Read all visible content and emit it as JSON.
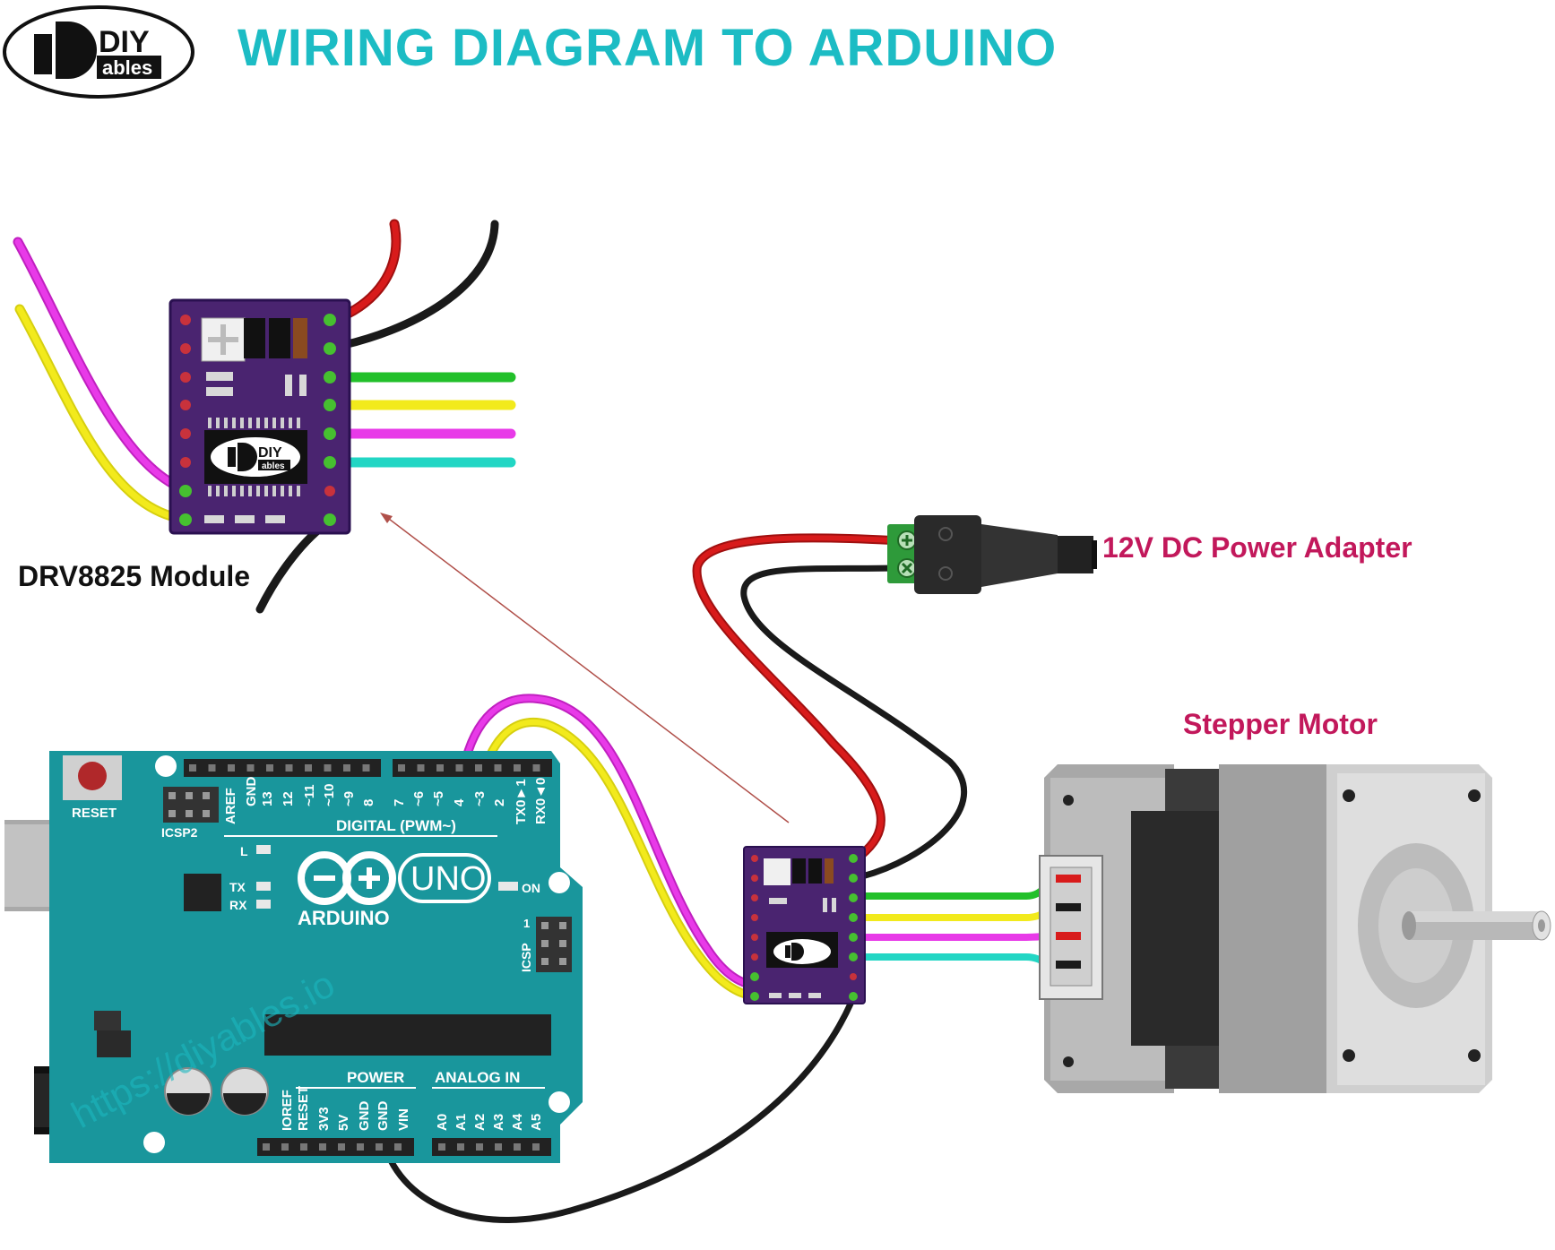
{
  "header": {
    "title": "WIRING DIAGRAM TO ARDUINO"
  },
  "logo": {
    "line1": "DIY",
    "line2": "ables"
  },
  "labels": {
    "drv_module": "DRV8825 Module",
    "power_adapter": "12V DC Power Adapter",
    "stepper_motor": "Stepper Motor"
  },
  "arduino": {
    "reset": "RESET",
    "icsp2": "ICSP2",
    "digital": "DIGITAL (PWM~)",
    "brand": "ARDUINO",
    "model": "UNO",
    "on": "ON",
    "l": "L",
    "tx": "TX",
    "rx": "RX",
    "icsp": "ICSP",
    "icsp_pin1": "1",
    "power": "POWER",
    "analog_in": "ANALOG IN",
    "watermark": "https://diyables.io",
    "top_pins": [
      "AREF",
      "GND",
      "13",
      "12",
      "~11",
      "~10",
      "~9",
      "8",
      "7",
      "~6",
      "~5",
      "4",
      "~3",
      "2",
      "TX0►1",
      "RX0◄0"
    ],
    "power_pins": [
      "IOREF",
      "RESET",
      "3V3",
      "5V",
      "GND",
      "GND",
      "VIN"
    ],
    "analog_pins": [
      "A0",
      "A1",
      "A2",
      "A3",
      "A4",
      "A5"
    ]
  },
  "colors": {
    "title": "#1cbcc4",
    "board": "#19969c",
    "driver": "#4a2470",
    "wire_red": "#d81b1b",
    "wire_black": "#1a1a1a",
    "wire_green": "#22c02a",
    "wire_yellow": "#f2ea1c",
    "wire_magenta": "#e83ae8",
    "wire_cyan": "#22d6c4",
    "label_pink": "#c2185b"
  }
}
